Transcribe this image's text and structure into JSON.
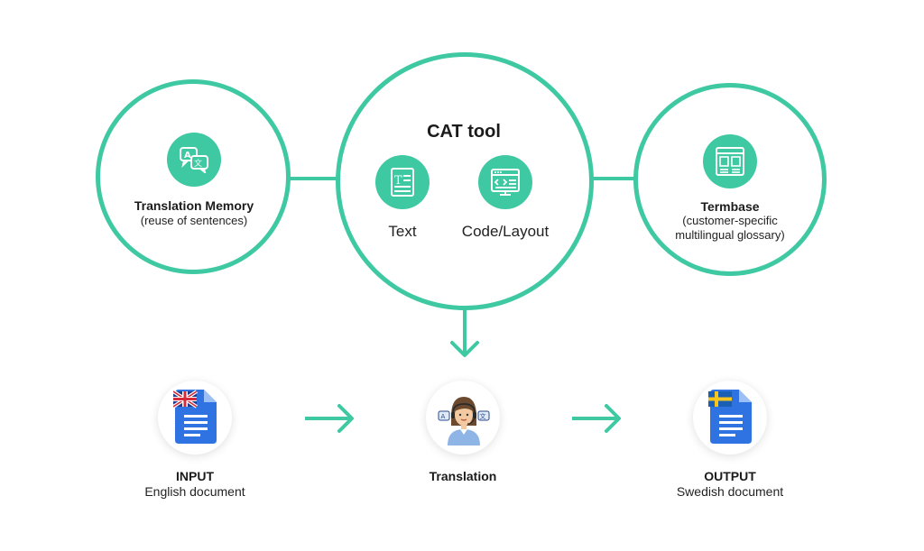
{
  "cat_tool": {
    "title": "CAT tool",
    "text_label": "Text",
    "code_layout_label": "Code/Layout"
  },
  "translation_memory": {
    "title": "Translation Memory",
    "subtitle": "(reuse of sentences)"
  },
  "termbase": {
    "title": "Termbase",
    "subtitle_line1": "(customer-specific",
    "subtitle_line2": "multilingual glossary)"
  },
  "flow": {
    "input_title": "INPUT",
    "input_sub": "English document",
    "translation_title": "Translation",
    "output_title": "OUTPUT",
    "output_sub": "Swedish document"
  },
  "colors": {
    "accent": "#3ec9a2",
    "document_blue": "#2f73e3"
  },
  "icons": {
    "translation_memory": "translate-icon",
    "text": "text-document-icon",
    "code_layout": "code-window-icon",
    "termbase": "glossary-icon",
    "input": "uk-flag-document-icon",
    "translator": "translator-avatar-icon",
    "output": "swedish-flag-document-icon"
  }
}
